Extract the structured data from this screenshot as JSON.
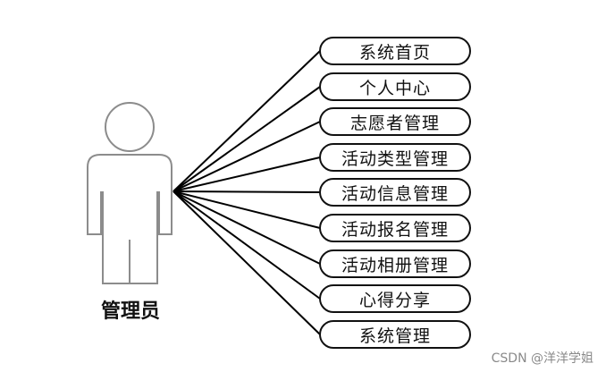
{
  "actor": {
    "label": "管理员"
  },
  "use_cases": [
    "系统首页",
    "个人中心",
    "志愿者管理",
    "活动类型管理",
    "活动信息管理",
    "活动报名管理",
    "活动相册管理",
    "心得分享",
    "系统管理"
  ],
  "watermark": "CSDN @洋洋学姐",
  "colors": {
    "line": "#000000",
    "actor_outline": "#8c8c8c"
  },
  "icons": {
    "actor": "person-outline-icon"
  }
}
